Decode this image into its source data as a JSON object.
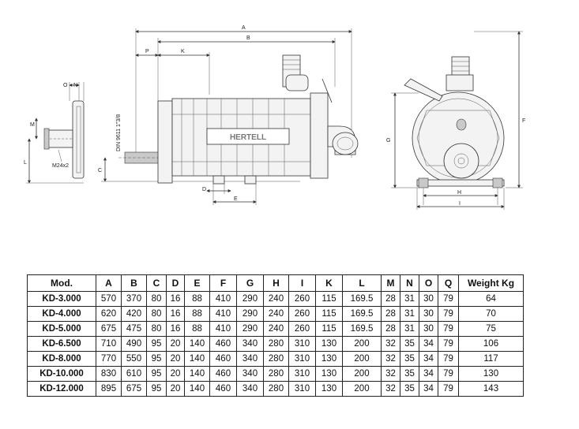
{
  "drawing": {
    "brand_label": "HERTELL",
    "dims": {
      "A": "A",
      "B": "B",
      "P": "P",
      "K": "K",
      "O": "O",
      "N": "N",
      "M": "M",
      "L": "L",
      "C": "C",
      "D": "D",
      "E": "E",
      "G": "G",
      "F": "F",
      "H": "H",
      "I": "I"
    },
    "shaft_thread": "M24x2",
    "shaft_std": "DIN 9611 1\"3/8"
  },
  "table": {
    "headers": [
      "Mod.",
      "A",
      "B",
      "C",
      "D",
      "E",
      "F",
      "G",
      "H",
      "I",
      "K",
      "L",
      "M",
      "N",
      "O",
      "Q",
      "Weight Kg"
    ],
    "rows": [
      [
        "KD-3.000",
        "570",
        "370",
        "80",
        "16",
        "88",
        "410",
        "290",
        "240",
        "260",
        "115",
        "169.5",
        "28",
        "31",
        "30",
        "79",
        "64"
      ],
      [
        "KD-4.000",
        "620",
        "420",
        "80",
        "16",
        "88",
        "410",
        "290",
        "240",
        "260",
        "115",
        "169.5",
        "28",
        "31",
        "30",
        "79",
        "70"
      ],
      [
        "KD-5.000",
        "675",
        "475",
        "80",
        "16",
        "88",
        "410",
        "290",
        "240",
        "260",
        "115",
        "169.5",
        "28",
        "31",
        "30",
        "79",
        "75"
      ],
      [
        "KD-6.500",
        "710",
        "490",
        "95",
        "20",
        "140",
        "460",
        "340",
        "280",
        "310",
        "130",
        "200",
        "32",
        "35",
        "34",
        "79",
        "106"
      ],
      [
        "KD-8.000",
        "770",
        "550",
        "95",
        "20",
        "140",
        "460",
        "340",
        "280",
        "310",
        "130",
        "200",
        "32",
        "35",
        "34",
        "79",
        "117"
      ],
      [
        "KD-10.000",
        "830",
        "610",
        "95",
        "20",
        "140",
        "460",
        "340",
        "280",
        "310",
        "130",
        "200",
        "32",
        "35",
        "34",
        "79",
        "130"
      ],
      [
        "KD-12.000",
        "895",
        "675",
        "95",
        "20",
        "140",
        "460",
        "340",
        "280",
        "310",
        "130",
        "200",
        "32",
        "35",
        "34",
        "79",
        "143"
      ]
    ]
  }
}
